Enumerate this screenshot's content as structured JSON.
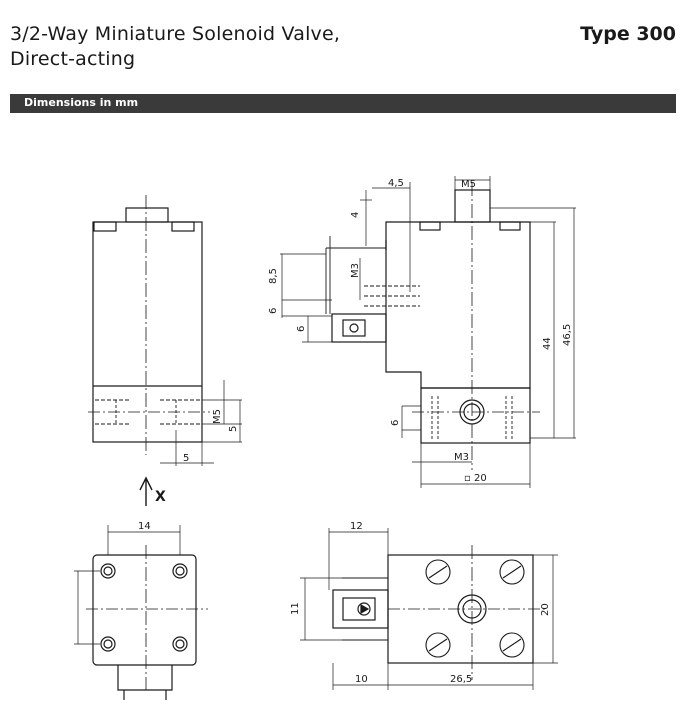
{
  "header": {
    "title_line1": "3/2-Way Miniature Solenoid Valve,",
    "title_line2": "Direct-acting",
    "type_label": "Type 300"
  },
  "section": {
    "label": "Dimensions in mm"
  },
  "drawing": {
    "view_arrow_label": "X",
    "dims": {
      "d4_5": "4,5",
      "m5_top": "M5",
      "d4": "4",
      "m3_side": "M3",
      "d8_5": "8,5",
      "d6a": "6",
      "d6b": "6",
      "d44": "44",
      "d46_5": "46,5",
      "d6c": "6",
      "m3_bottom": "M3",
      "sq20": "▫ 20",
      "m5_left": "M5",
      "d5v": "5",
      "d5h": "5",
      "d14": "14",
      "d12": "12",
      "d11": "11",
      "d20": "20",
      "d10": "10",
      "d26_5": "26,5"
    }
  }
}
